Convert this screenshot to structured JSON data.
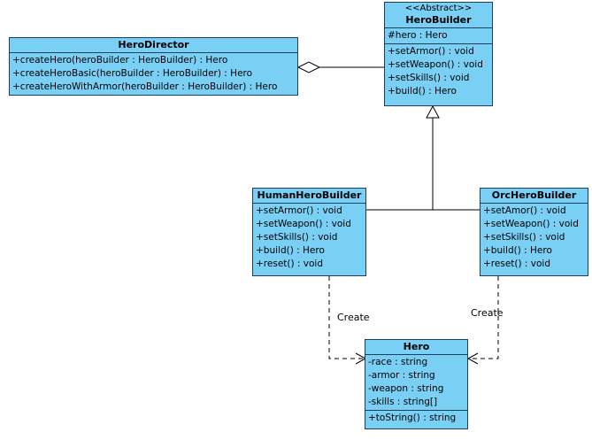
{
  "classes": {
    "director": {
      "name": "HeroDirector",
      "operations": [
        "+createHero(heroBuilder : HeroBuilder) : Hero",
        "+createHeroBasic(heroBuilder : HeroBuilder) : Hero",
        "+createHeroWithArmor(heroBuilder : HeroBuilder) : Hero"
      ]
    },
    "builder": {
      "stereotype": "<<Abstract>>",
      "name": "HeroBuilder",
      "attributes": [
        "#hero : Hero"
      ],
      "operations": [
        "+setArmor() : void",
        "+setWeapon() : void",
        "+setSkills() : void",
        "+build() : Hero"
      ]
    },
    "human": {
      "name": "HumanHeroBuilder",
      "operations": [
        "+setArmor() : void",
        "+setWeapon() : void",
        "+setSkills() : void",
        "+build() : Hero",
        "+reset() : void"
      ]
    },
    "orc": {
      "name": "OrcHeroBuilder",
      "operations": [
        "+setAmor() : void",
        "+setWeapon() : void",
        "+setSkills() : void",
        "+build() : Hero",
        "+reset() : void"
      ]
    },
    "hero": {
      "name": "Hero",
      "attributes": [
        "-race : string",
        "-armor : string",
        "-weapon : string",
        "-skills : string[]"
      ],
      "operations": [
        "+toString() : string"
      ]
    }
  },
  "relations": {
    "human_create_label": "Create",
    "orc_create_label": "Create"
  }
}
